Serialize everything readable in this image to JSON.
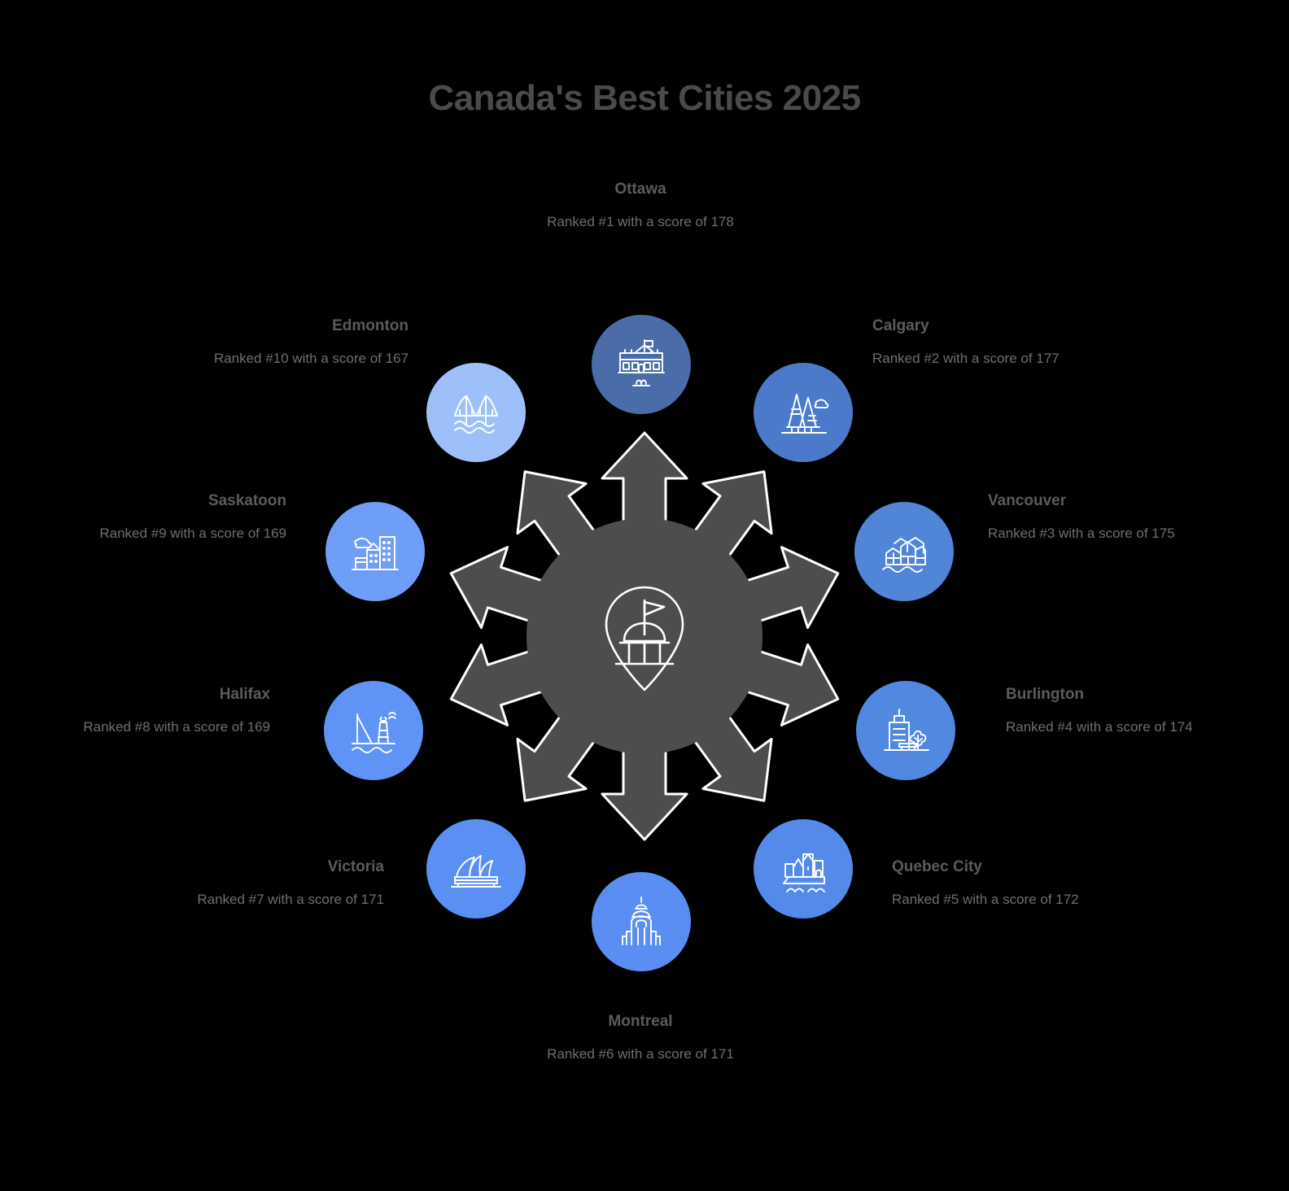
{
  "title": "Canada's Best Cities 2025",
  "center": {
    "icon": "map-pin-capitol-icon",
    "hub_color": "#4d4d4d",
    "arrow_color": "#4d4d4d",
    "arrow_outline": "#ffffff"
  },
  "colors": {
    "background": "#000000",
    "title": "#4a4a4a",
    "city_name": "#5b5b5b",
    "description": "#6e6e6e",
    "icon_stroke": "#ffffff"
  },
  "cities": [
    {
      "name": "Ottawa",
      "description": "Ranked #1 with a score of 178",
      "rank": 1,
      "score": 178,
      "color": "#4a6ca8",
      "icon": "parliament-building-icon",
      "align": "center"
    },
    {
      "name": "Calgary",
      "description": "Ranked #2 with a score of 177",
      "rank": 2,
      "score": 177,
      "color": "#4a7ac9",
      "icon": "twin-towers-cloud-icon",
      "align": "left"
    },
    {
      "name": "Vancouver",
      "description": "Ranked #3 with a score of 175",
      "rank": 3,
      "score": 175,
      "color": "#5085d8",
      "icon": "waterfront-skyline-icon",
      "align": "left"
    },
    {
      "name": "Burlington",
      "description": "Ranked #4 with a score of 174",
      "rank": 4,
      "score": 174,
      "color": "#5188e0",
      "icon": "tower-park-bench-icon",
      "align": "left"
    },
    {
      "name": "Quebec City",
      "description": "Ranked #5 with a score of 172",
      "rank": 5,
      "score": 172,
      "color": "#548beb",
      "icon": "fortress-skyline-river-icon",
      "align": "left"
    },
    {
      "name": "Montreal",
      "description": "Ranked #6 with a score of 171",
      "rank": 6,
      "score": 171,
      "color": "#5a8ef2",
      "icon": "basilica-tower-icon",
      "align": "center"
    },
    {
      "name": "Victoria",
      "description": "Ranked #7 with a score of 171",
      "rank": 7,
      "score": 171,
      "color": "#5a90f4",
      "icon": "opera-house-icon",
      "align": "right"
    },
    {
      "name": "Halifax",
      "description": "Ranked #8 with a score of 169",
      "rank": 8,
      "score": 169,
      "color": "#5f94f6",
      "icon": "sailboat-lighthouse-icon",
      "align": "right"
    },
    {
      "name": "Saskatoon",
      "description": "Ranked #9 with a score of 169",
      "rank": 9,
      "score": 169,
      "color": "#6f9ef8",
      "icon": "city-buildings-cloud-icon",
      "align": "right"
    },
    {
      "name": "Edmonton",
      "description": "Ranked #10 with a score of 167",
      "rank": 10,
      "score": 167,
      "color": "#9dc0fb",
      "icon": "suspension-bridge-icon",
      "align": "right"
    }
  ]
}
